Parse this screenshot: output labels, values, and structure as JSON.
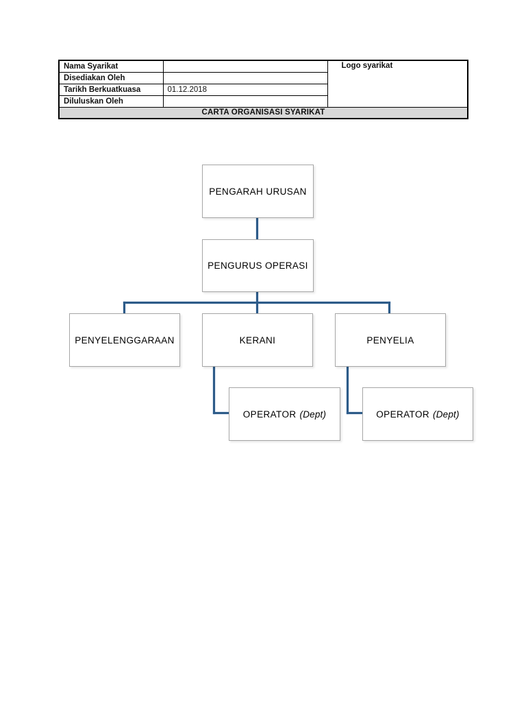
{
  "header_table": {
    "rows": [
      {
        "label": "Nama Syarikat",
        "value": ""
      },
      {
        "label": "Disediakan Oleh",
        "value": ""
      },
      {
        "label": "Tarikh Berkuatkuasa",
        "value": "01.12.2018"
      },
      {
        "label": "Diluluskan Oleh",
        "value": ""
      }
    ],
    "logo_label": "Logo syarikat",
    "title": "CARTA ORGANISASI SYARIKAT",
    "title_bg": "#d8d8d8"
  },
  "org_chart": {
    "connector_color": "#2d5b88",
    "box_border_color": "#a6a6a6",
    "nodes": {
      "pengarah": {
        "label": "PENGARAH URUSAN"
      },
      "pengurus": {
        "label": "PENGURUS OPERASI"
      },
      "penyelenggaraan": {
        "label": "PENYELENGGARAAN"
      },
      "kerani": {
        "label": "KERANI"
      },
      "penyelia": {
        "label": "PENYELIA"
      },
      "operator_kerani": {
        "label": "OPERATOR",
        "suffix": "(Dept)"
      },
      "operator_penyelia": {
        "label": "OPERATOR",
        "suffix": "(Dept)"
      }
    }
  }
}
